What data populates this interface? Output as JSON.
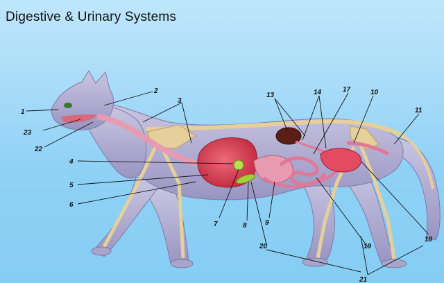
{
  "title": "Digestive & Urinary Systems",
  "labels": {
    "n1": "1",
    "n2": "2",
    "n3": "3",
    "n4": "4",
    "n5": "5",
    "n6": "6",
    "n7": "7",
    "n8": "8",
    "n9": "9",
    "n10": "10",
    "n11": "11",
    "n13": "13",
    "n14": "14",
    "n17": "17",
    "n18": "18",
    "n19": "19",
    "n20": "20",
    "n21": "21",
    "n22": "22",
    "n23": "23"
  },
  "colors": {
    "background": "#8fd1f6",
    "fur": "#b9b6d6",
    "fur_shadow": "#8e8ab8",
    "bone": "#e6cf9a",
    "liver": "#d8445a",
    "intestine": "#e89ab0",
    "kidney": "#5a1e16",
    "gall_bladder": "#b8e04a"
  }
}
